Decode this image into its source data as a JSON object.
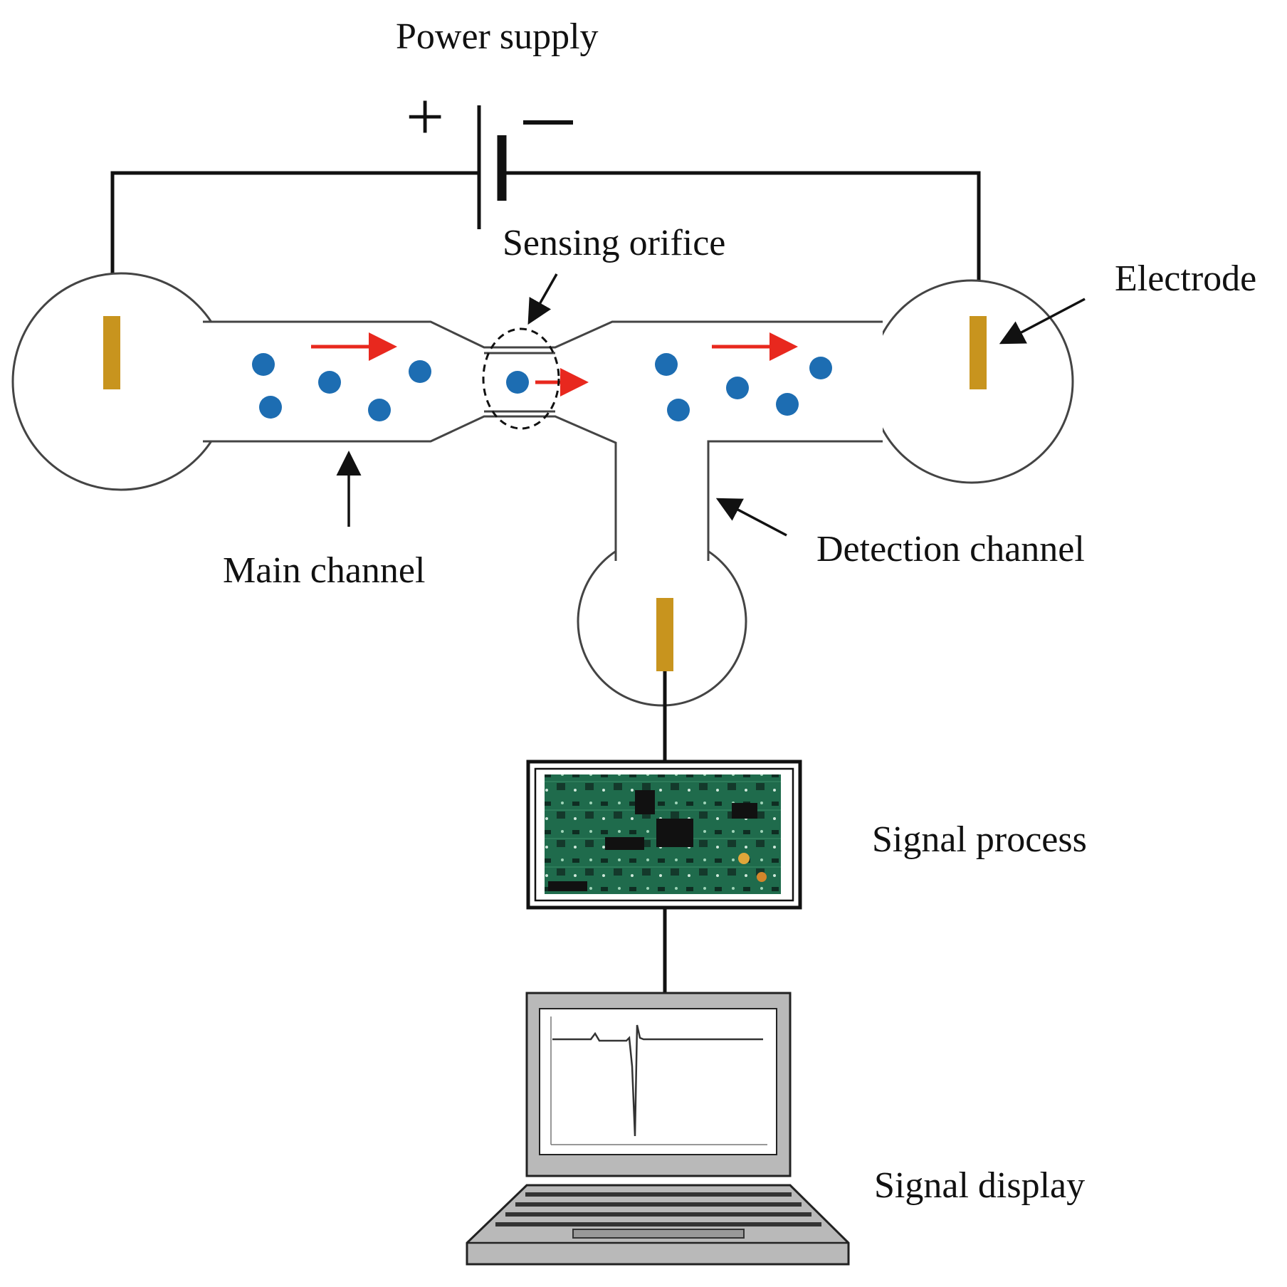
{
  "labels": {
    "power_supply": "Power supply",
    "plus_sign": "+",
    "sensing_orifice": "Sensing orifice",
    "electrode": "Electrode",
    "main_channel": "Main channel",
    "detection_channel": "Detection channel",
    "signal_process": "Signal process",
    "signal_display": "Signal display"
  },
  "colors": {
    "particle": "#1d6db2",
    "flow_arrow": "#e8281e",
    "electrode": "#c8941e",
    "pcb": "#1f6b4c",
    "laptop_body": "#b9b9b9",
    "wire": "#111111"
  },
  "icons": {
    "battery": "battery-symbol-icon",
    "circuit_board": "circuit-board-icon",
    "laptop": "laptop-icon"
  }
}
